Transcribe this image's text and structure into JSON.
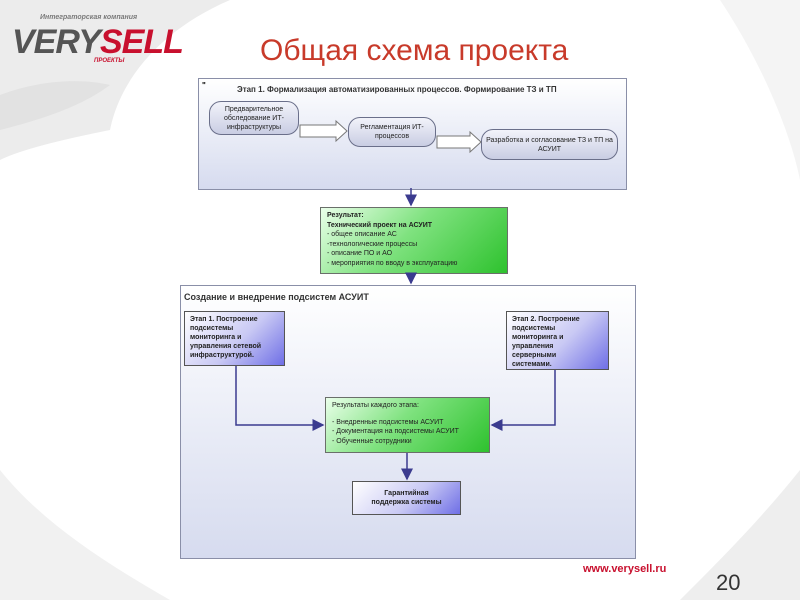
{
  "header": {
    "logo_tagline": "Интеграторская компания",
    "logo_very": "VERY",
    "logo_sell": "SELL",
    "logo_sub": "ПРОЕКТЫ",
    "title": "Общая схема проекта"
  },
  "stage1": {
    "panel_title": "Этап 1. Формализация автоматизированных процессов. Формирование ТЗ и ТП",
    "step1": "Предварительное обследование ИТ-инфраструктуры",
    "step2": "Регламентация ИТ-процессов",
    "step3": "Разработка и согласование ТЗ и ТП на АСУИТ"
  },
  "result": {
    "heading1": "Результат:",
    "heading2": "Технический проект на АСУИТ",
    "items": [
      " - общее описание АС",
      " -технологические процессы",
      " - описание ПО и АО",
      " - мероприятия по вводу в эксплуатацию"
    ]
  },
  "creation": {
    "panel_title": "Создание и внедрение подсистем АСУИТ",
    "left_stage": [
      "Этап 1. Построение",
      "подсистемы",
      "мониторинга и",
      "управления сетевой",
      "инфраструктурой."
    ],
    "right_stage": [
      "Этап 2. Построение",
      "подсистемы",
      "мониторинга и",
      "управления",
      "серверными",
      "системами."
    ],
    "results_heading": "Результаты каждого этапа:",
    "results_items": [
      "- Внедренные подсистемы АСУИТ",
      "- Документация на подсистемы АСУИТ",
      "- Обученные сотрудники"
    ],
    "support": [
      "Гарантийная",
      "поддержка системы"
    ]
  },
  "footer": {
    "url": "www.verysell.ru",
    "page": "20"
  },
  "colors": {
    "title": "#c83a2a",
    "brand_red": "#c8102e",
    "green_box": "#2ec22e",
    "purple_box": "#6f6fe6",
    "arrow": "#3b3b8f"
  }
}
